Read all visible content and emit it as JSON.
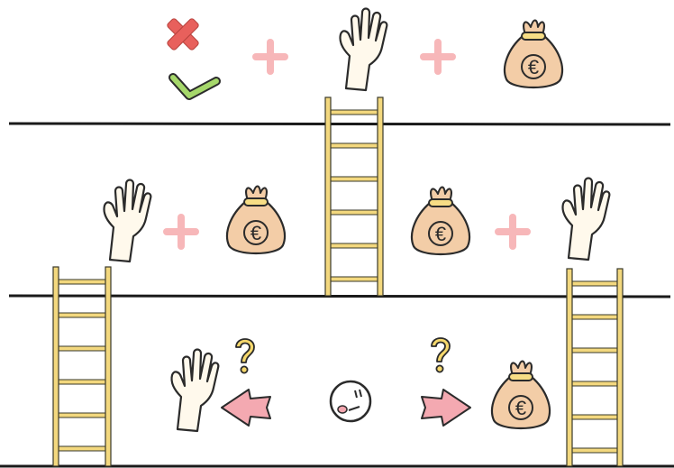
{
  "diagram": {
    "top_row": [
      "cross-mark",
      "check-mark",
      "plus",
      "hand",
      "plus",
      "money-bag"
    ],
    "middle_left": [
      "hand",
      "plus",
      "money-bag"
    ],
    "middle_right": [
      "money-bag",
      "plus",
      "hand"
    ],
    "bottom_row": [
      "hand",
      "question-mark",
      "arrow-left",
      "face",
      "arrow-right",
      "question-mark",
      "money-bag"
    ],
    "money_symbol": "€",
    "question_symbol": "?",
    "colors": {
      "floor_line": "#1a1a1a",
      "ladder_rail": "#f3d87e",
      "ladder_rung": "#f3d87e",
      "ladder_outline": "#3a3a2a",
      "plus": "#f7b7b9",
      "cross": "#e8605c",
      "check": "#a6d86b",
      "money_bag": "#f3cda7",
      "money_tie": "#f7dd85",
      "arrow": "#f4a9b1",
      "question": "#f6d86c",
      "hand_skin": "#fff9ec",
      "outline": "#2b2b2b"
    }
  }
}
